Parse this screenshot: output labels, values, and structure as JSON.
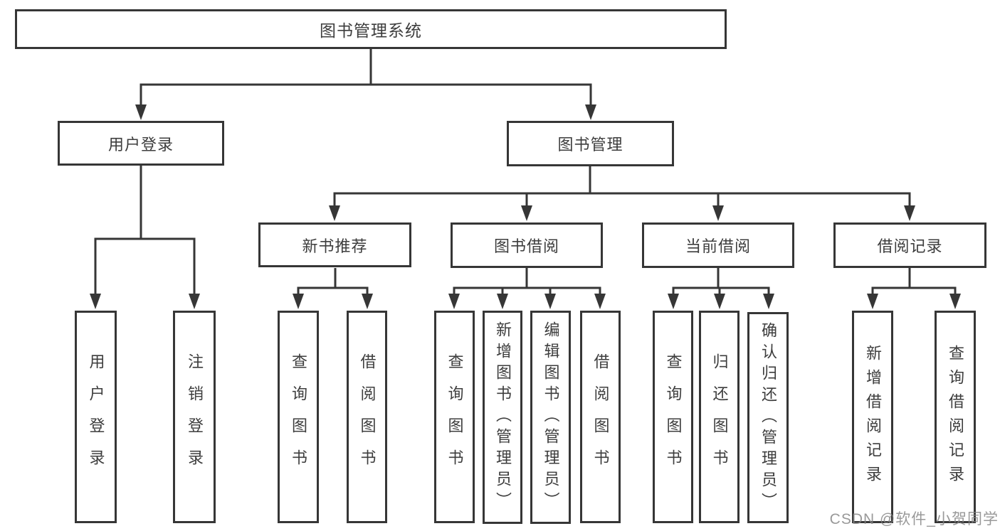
{
  "diagram": {
    "title_node": {
      "label": "图书管理系统"
    },
    "level2": [
      {
        "label": "用户登录"
      },
      {
        "label": "图书管理"
      }
    ],
    "level3": [
      {
        "label": "新书推荐"
      },
      {
        "label": "图书借阅"
      },
      {
        "label": "当前借阅"
      },
      {
        "label": "借阅记录"
      }
    ],
    "leaves": {
      "user": [
        "用户登录",
        "注销登录"
      ],
      "newbook": [
        "查询图书",
        "借阅图书"
      ],
      "borrow": [
        "查询图书",
        "新增图书（管理员）",
        "编辑图书（管理员）",
        "借阅图书"
      ],
      "current": [
        "查询图书",
        "归还图书",
        "确认归还（管理员）"
      ],
      "records": [
        "新增借阅记录",
        "查询借阅记录"
      ]
    },
    "colors": {
      "line": "#363636",
      "text": "#3d3d3d",
      "watermark": "#828282"
    }
  },
  "watermark": "CSDN @软件_小贺同学"
}
